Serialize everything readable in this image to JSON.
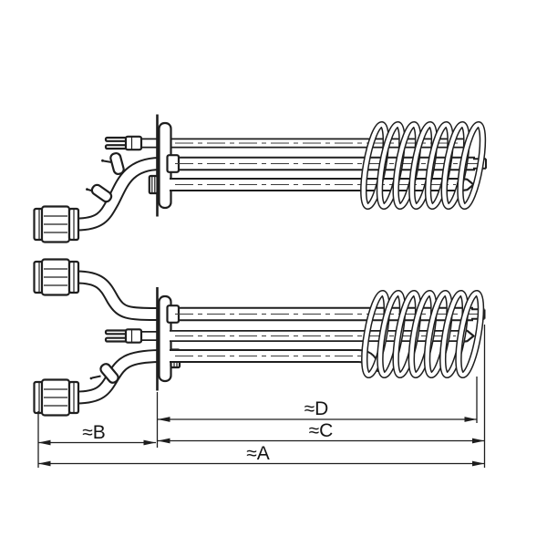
{
  "colors": {
    "background": "#ffffff",
    "line": "#1e1e1e",
    "tube_fill": "#ffffff"
  },
  "dimensions": {
    "A": {
      "label": "≈A"
    },
    "B": {
      "label": "≈B"
    },
    "C": {
      "label": "≈C"
    },
    "D": {
      "label": "≈D"
    }
  }
}
